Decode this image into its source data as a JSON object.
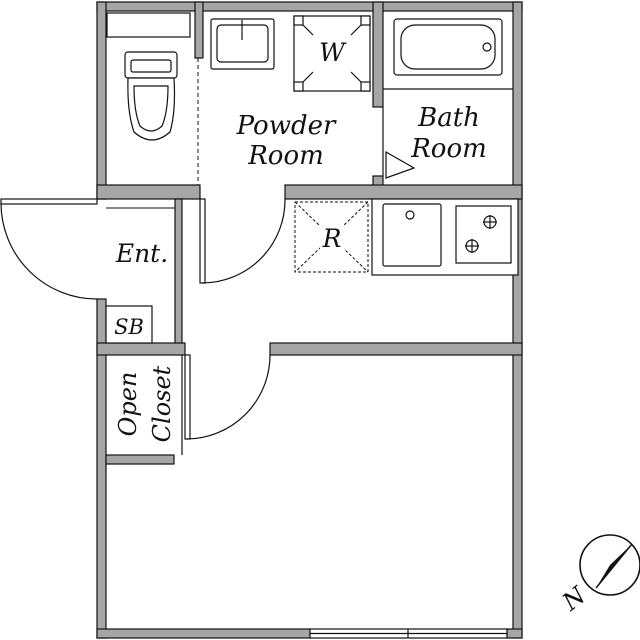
{
  "rooms": {
    "powder_room": {
      "line1": "Powder",
      "line2": "Room"
    },
    "bath_room": {
      "line1": "Bath",
      "line2": "Room"
    },
    "entrance": {
      "label": "Ent."
    },
    "shoe_box": {
      "label": "SB"
    },
    "open_closet": {
      "line1": "Open",
      "line2": "Closet"
    }
  },
  "fixtures": {
    "washer": {
      "label": "W"
    },
    "refrigerator": {
      "label": "R"
    }
  },
  "compass": {
    "label": "N"
  },
  "colors": {
    "wall": "#a6a6a6",
    "line": "#111111",
    "background": "#ffffff"
  }
}
